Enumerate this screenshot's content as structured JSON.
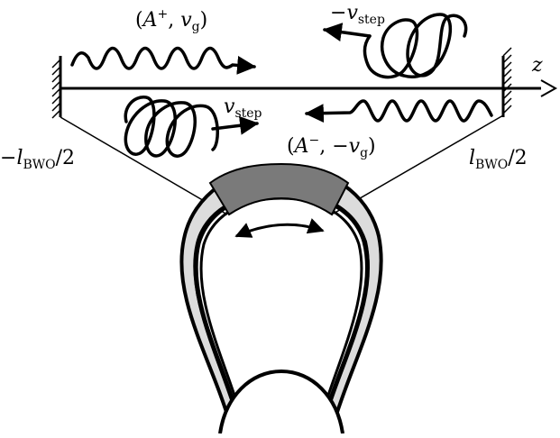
{
  "labels": {
    "forward_wave": "(A⁺, v_g)",
    "backward_wave": "(A⁻, −v_g)",
    "step_forward": "v_step",
    "step_backward": "−v_step",
    "axis": "z",
    "left_end": "−l_BWO/2",
    "right_end": "l_BWO/2"
  },
  "colors": {
    "ink": "#000000",
    "ring_light": "#dcdcdc",
    "ring_dark": "#7a7a7a",
    "background": "#ffffff"
  }
}
